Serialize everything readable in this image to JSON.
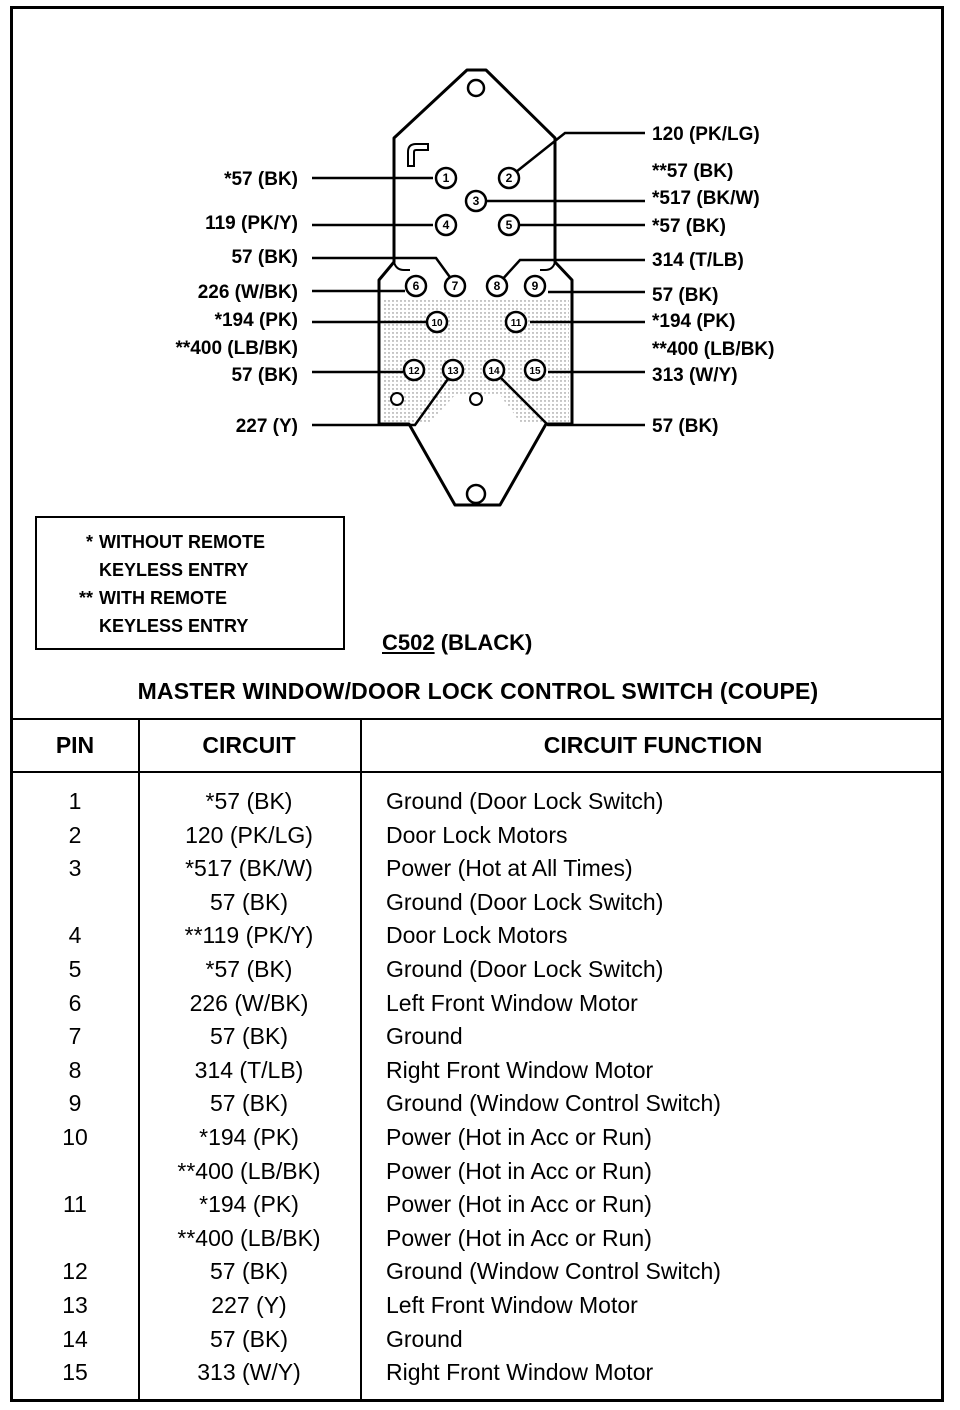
{
  "connector": {
    "id": "C502",
    "color": "(BLACK)",
    "left_labels": [
      {
        "text": "*57 (BK)",
        "pin": 1
      },
      {
        "text": "119 (PK/Y)",
        "pin": 4
      },
      {
        "text": "57 (BK)",
        "pin": 7
      },
      {
        "text": "226 (W/BK)",
        "pin": 6
      },
      {
        "text": "*194 (PK)",
        "pin": 10
      },
      {
        "text": "**400 (LB/BK)",
        "pin": 10
      },
      {
        "text": "57 (BK)",
        "pin": 12
      },
      {
        "text": "227 (Y)",
        "pin": 13
      }
    ],
    "right_labels": [
      {
        "text": "120 (PK/LG)",
        "pin": 2
      },
      {
        "text": "**57 (BK)",
        "pin": 3
      },
      {
        "text": "*517 (BK/W)",
        "pin": 3
      },
      {
        "text": "*57 (BK)",
        "pin": 5
      },
      {
        "text": "314 (T/LB)",
        "pin": 8
      },
      {
        "text": "57 (BK)",
        "pin": 9
      },
      {
        "text": "*194 (PK)",
        "pin": 11
      },
      {
        "text": "**400 (LB/BK)",
        "pin": 11
      },
      {
        "text": "313 (W/Y)",
        "pin": 15
      },
      {
        "text": "57 (BK)",
        "pin": 14
      }
    ],
    "pins": [
      "1",
      "2",
      "3",
      "4",
      "5",
      "6",
      "7",
      "8",
      "9",
      "10",
      "11",
      "12",
      "13",
      "14",
      "15"
    ]
  },
  "legend": {
    "rows": [
      {
        "symbol": "*",
        "text": "WITHOUT REMOTE"
      },
      {
        "symbol": "",
        "text": "KEYLESS ENTRY"
      },
      {
        "symbol": "**",
        "text": "WITH REMOTE"
      },
      {
        "symbol": "",
        "text": "KEYLESS ENTRY"
      }
    ]
  },
  "title": "MASTER WINDOW/DOOR LOCK CONTROL SWITCH (COUPE)",
  "table": {
    "headers": [
      "PIN",
      "CIRCUIT",
      "CIRCUIT FUNCTION"
    ],
    "rows": [
      {
        "pin": "1",
        "circuit": "*57 (BK)",
        "function": "Ground (Door Lock Switch)"
      },
      {
        "pin": "2",
        "circuit": "120 (PK/LG)",
        "function": "Door Lock Motors"
      },
      {
        "pin": "3",
        "circuit": "*517 (BK/W)",
        "function": "Power (Hot at All Times)"
      },
      {
        "pin": "",
        "circuit": "57 (BK)",
        "function": "Ground (Door Lock Switch)"
      },
      {
        "pin": "4",
        "circuit": "**119 (PK/Y)",
        "function": "Door Lock Motors"
      },
      {
        "pin": "5",
        "circuit": "*57 (BK)",
        "function": "Ground (Door Lock Switch)"
      },
      {
        "pin": "6",
        "circuit": "226 (W/BK)",
        "function": "Left Front Window Motor"
      },
      {
        "pin": "7",
        "circuit": "57 (BK)",
        "function": "Ground"
      },
      {
        "pin": "8",
        "circuit": "314 (T/LB)",
        "function": "Right Front Window Motor"
      },
      {
        "pin": "9",
        "circuit": "57 (BK)",
        "function": "Ground (Window Control Switch)"
      },
      {
        "pin": "10",
        "circuit": "*194 (PK)",
        "function": "Power (Hot in Acc or Run)"
      },
      {
        "pin": "",
        "circuit": "**400 (LB/BK)",
        "function": "Power (Hot in Acc or Run)"
      },
      {
        "pin": "11",
        "circuit": "*194 (PK)",
        "function": "Power (Hot in Acc or Run)"
      },
      {
        "pin": "",
        "circuit": "**400 (LB/BK)",
        "function": "Power (Hot in Acc or Run)"
      },
      {
        "pin": "12",
        "circuit": "57 (BK)",
        "function": "Ground (Window Control Switch)"
      },
      {
        "pin": "13",
        "circuit": "227 (Y)",
        "function": "Left Front Window Motor"
      },
      {
        "pin": "14",
        "circuit": "57 (BK)",
        "function": "Ground"
      },
      {
        "pin": "15",
        "circuit": "313 (W/Y)",
        "function": "Right Front Window Motor"
      }
    ]
  }
}
